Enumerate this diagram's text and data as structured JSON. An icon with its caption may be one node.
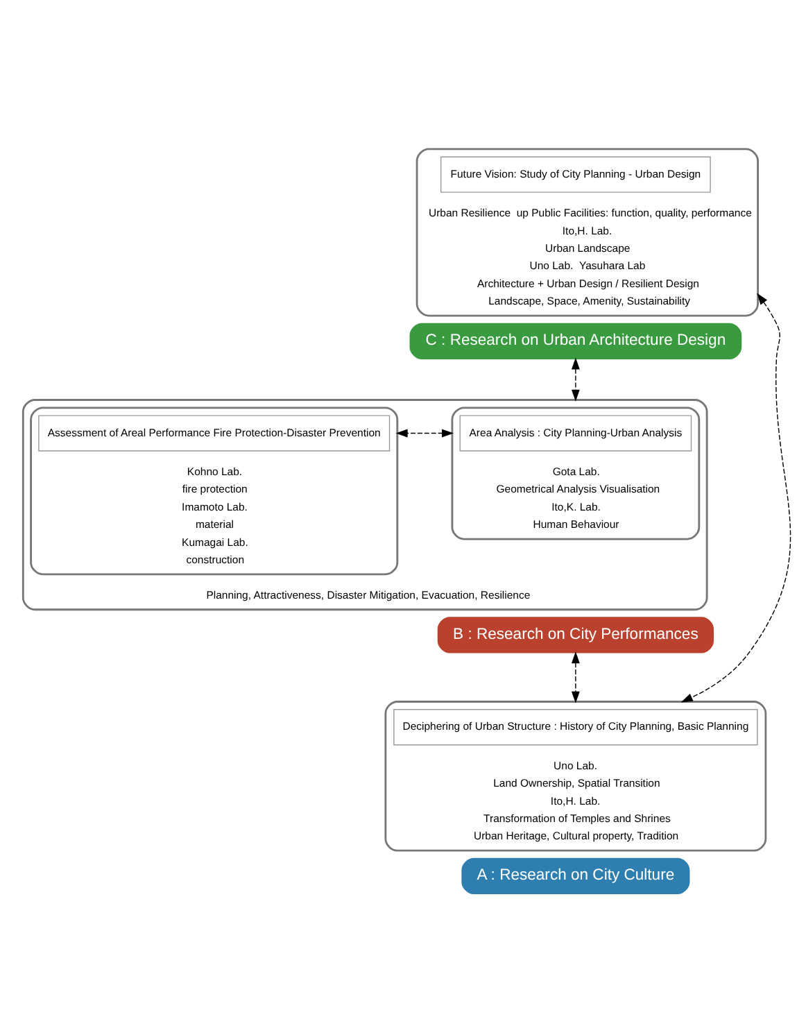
{
  "diagram": {
    "nodes": [
      {
        "text": [
          "Urban Resilience  up Public Facilities: function, quality, performance",
          "Ito,H. Lab.",
          "Urban Landscape",
          "Uno Lab.  Yasuhara Lab",
          "Architecture + Urban Design / Resilient Design",
          "Landscape, Space, Amenity, Sustainability"
        ]
      },
      {
        "text": [
          "Future Vision: Study of City Planning - Urban Design"
        ],
        "in": 0
      },
      {
        "text": [
          "C : Research on Urban Architecture Design"
        ]
      },
      {
        "text": [
          "Planning, Attractiveness, Disaster Mitigation, Evacuation, Resilience"
        ]
      },
      {
        "text": [
          "Gota Lab.",
          "Geometrical Analysis Visualisation",
          "Ito,K. Lab.",
          "Human Behaviour"
        ],
        "in": 3
      },
      {
        "text": [
          "Area Analysis : City Planning-Urban Analysis"
        ],
        "in": 4
      },
      {
        "text": [
          "Kohno Lab.",
          "fire protection",
          "Imamoto Lab.",
          "material",
          "Kumagai Lab.",
          "construction"
        ],
        "in": 3
      },
      {
        "text": [
          "Assessment of Areal Performance Fire Protection-Disaster Prevention"
        ],
        "in": 6
      },
      {
        "text": [
          "B : Research on City Performances"
        ]
      },
      {
        "text": [
          "Uno Lab.",
          "Land Ownership, Spatial Transition",
          "Ito,H. Lab.",
          "Transformation of Temples and Shrines",
          "Urban Heritage, Cultural property, Tradition"
        ]
      },
      {
        "text": [
          "Deciphering of Urban Structure : History of City Planning, Basic Planning"
        ],
        "in": 9
      },
      {
        "text": [
          "A : Research on City Culture"
        ]
      }
    ],
    "edges": [
      {
        "from": 2,
        "to": 3,
        "arrow": "both",
        "style": "dashed"
      },
      {
        "from": 4,
        "to": 6,
        "arrow": "both",
        "style": "dashed"
      },
      {
        "from": 8,
        "to": 9,
        "arrow": "both",
        "style": "dashed"
      },
      {
        "from": 0,
        "to": 9,
        "arrow": "both",
        "style": "dashed"
      }
    ]
  }
}
